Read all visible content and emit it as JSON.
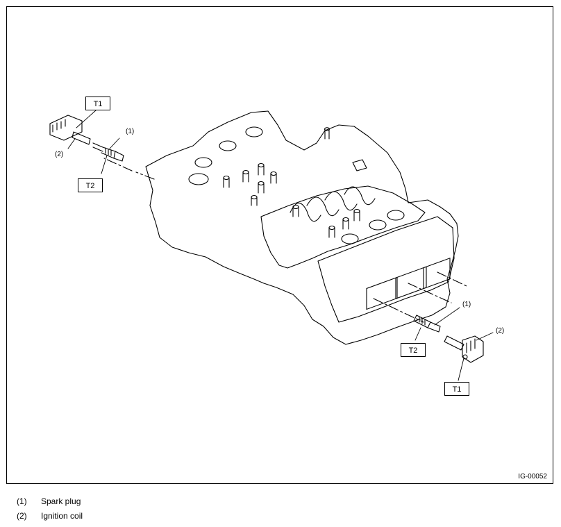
{
  "figure": {
    "id": "IG-00052",
    "tags": {
      "t1": "T1",
      "t2": "T2"
    },
    "callouts": {
      "spark_plug": "(1)",
      "ignition_coil": "(2)"
    }
  },
  "legend": [
    {
      "num": "(1)",
      "label": "Spark plug"
    },
    {
      "num": "(2)",
      "label": "Ignition coil"
    }
  ]
}
